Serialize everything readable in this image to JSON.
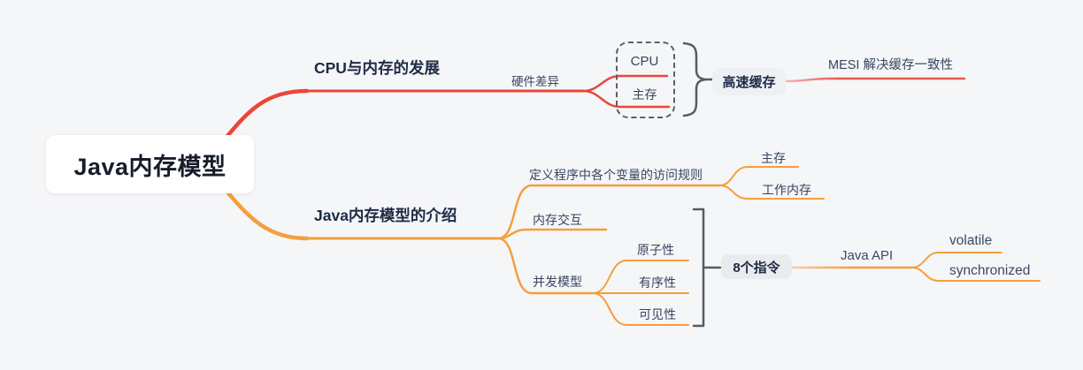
{
  "title": "Java内存模型 mind map",
  "colors": {
    "background": "#f5f6f8",
    "red": "#ea4639",
    "red_light": "#e4574b",
    "red_pale": "#f5b5af",
    "orange": "#f59e3d",
    "orange_pale": "#f7cda5",
    "gray": "#565b63",
    "text": "#38455f",
    "heading": "#1f2b45"
  },
  "root": {
    "label": "Java内存模型"
  },
  "cpu_branch": {
    "label": "CPU与内存的发展",
    "hardware_diff": "硬件差异",
    "cpu": "CPU",
    "main_memory": "主存",
    "cache": "高速缓存",
    "mesi": "MESI 解决缓存一致性"
  },
  "jmm_branch": {
    "label": "Java内存模型的介绍",
    "rules": "定义程序中各个变量的访问规则",
    "rules_main_memory": "主存",
    "rules_working_memory": "工作内存",
    "memory_interaction": "内存交互",
    "concurrency_model": "并发模型",
    "atomicity": "原子性",
    "ordering": "有序性",
    "visibility": "可见性",
    "eight_instructions": "8个指令",
    "java_api": "Java API",
    "volatile": "volatile",
    "synchronized": "synchronized"
  }
}
